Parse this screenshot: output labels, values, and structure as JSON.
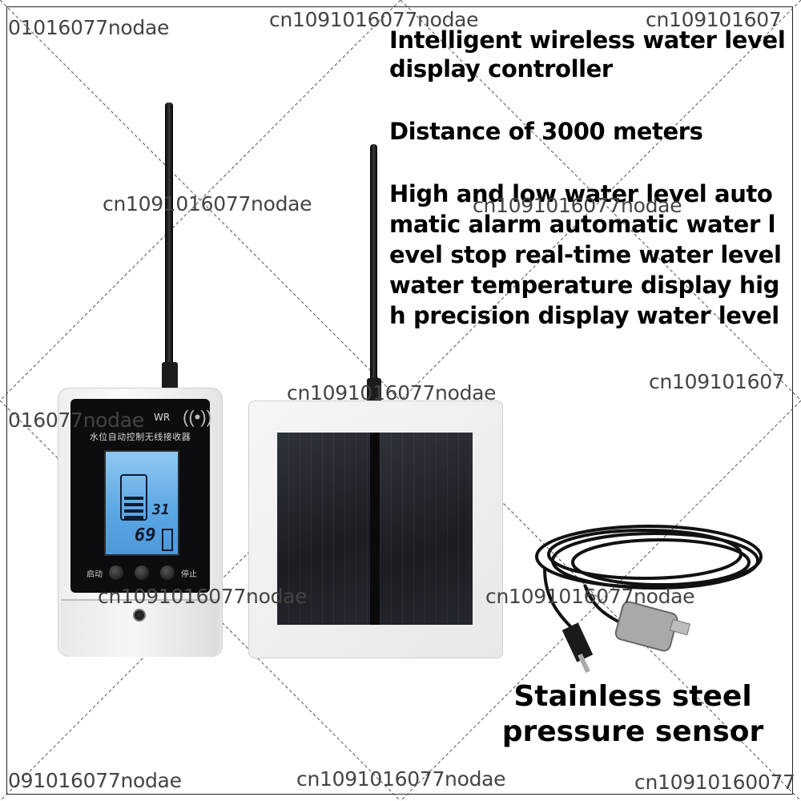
{
  "watermark": "cn1091016077nodae",
  "watermark_partial": {
    "top_left": "01016077nodae",
    "top_right": "cn109101607",
    "mid_right": "cn109101607",
    "mid_left": "016077nodae",
    "bottom_left": "091016077nodae",
    "bottom_right": "cn10910160077"
  },
  "headline": {
    "line1": "Intelligent wireless water level",
    "line2": "display controller",
    "line3": "Distance of 3000 meters",
    "line4": "High and low water level auto",
    "line5": "matic alarm automatic water l",
    "line6": "evel stop real-time water level",
    "line7": "water temperature display hig",
    "line8": "h precision display water level"
  },
  "sensor_caption": {
    "line1": "Stainless steel",
    "line2": "pressure sensor"
  },
  "receiver": {
    "model": "WR",
    "title_cn": "水位自动控制无线接收器",
    "lcd_value_top": "31",
    "lcd_value_main": "69",
    "button_start": "启动",
    "button_stop": "停止"
  },
  "colors": {
    "lcd": "#5aa6e4",
    "solar": "#1b1d22",
    "device_body": "#f2f2f2",
    "text": "#000000"
  }
}
